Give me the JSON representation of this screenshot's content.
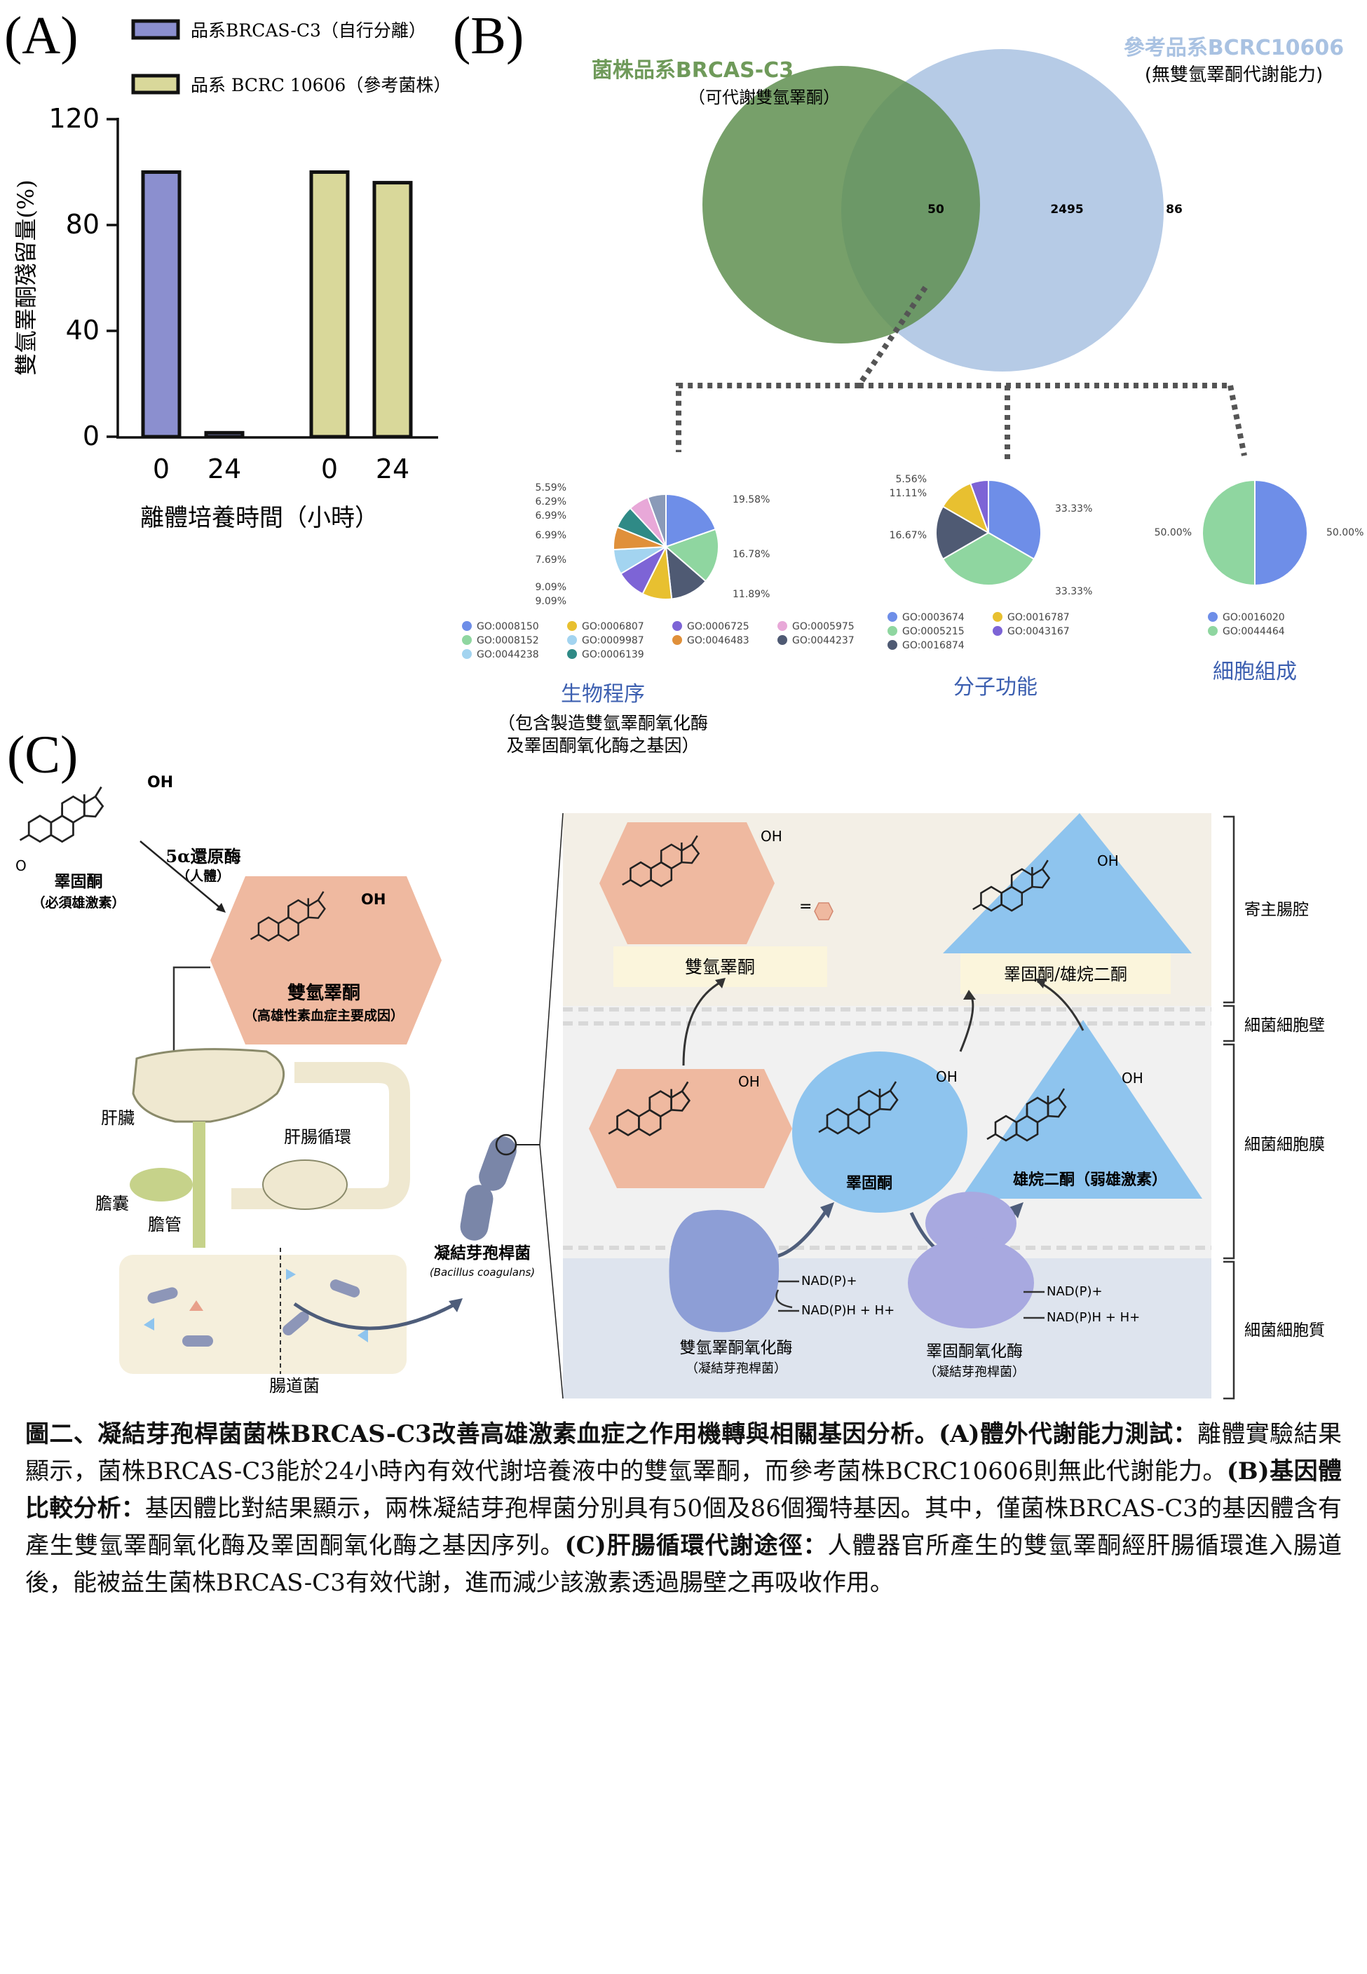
{
  "panels": {
    "a": "(A)",
    "b": "(B)",
    "c": "(C)"
  },
  "chart_data": {
    "type": "bar",
    "categories": [
      "0",
      "24",
      "0",
      "24"
    ],
    "series": [
      {
        "name": "品系BRCAS-C3（自行分離）",
        "color": "#8b8fcf",
        "values": [
          100,
          1.5,
          null,
          null
        ]
      },
      {
        "name": "品系 BCRC 10606（參考菌株）",
        "color": "#d9d89a",
        "values": [
          null,
          null,
          100,
          96
        ]
      }
    ],
    "xlabel": "離體培養時間（小時）",
    "ylabel": "雙氫睪酮殘留量(%)",
    "ylim": [
      0,
      120
    ],
    "yticks": [
      "0",
      "40",
      "80",
      "120"
    ]
  },
  "venn": {
    "left_title": "菌株品系BRCAS-C3",
    "left_sub": "（可代謝雙氫睪酮）",
    "right_title": "參考品系BCRC10606",
    "right_sub": "(無雙氫睪酮代謝能力)",
    "left_only": "50",
    "shared": "2495",
    "right_only": "86",
    "left_color": "#5f8f50",
    "right_color": "#a9c2e2"
  },
  "pies": {
    "bp": {
      "title": "生物程序",
      "sub1": "（包含製造雙氫睪酮氧化酶",
      "sub2": "及睪固酮氧化酶之基因）",
      "values": [
        19.58,
        16.78,
        11.89,
        9.09,
        9.09,
        7.69,
        6.99,
        6.99,
        6.29,
        5.59
      ],
      "labels": [
        "19.58%",
        "16.78%",
        "11.89%",
        "9.09%",
        "9.09%",
        "7.69%",
        "6.99%",
        "6.99%",
        "6.29%",
        "5.59%"
      ],
      "colors": [
        "#6e8ee8",
        "#8fd6a0",
        "#4f5a73",
        "#e8c030",
        "#7d64d6",
        "#a3d4f0",
        "#e0903a",
        "#2f8a86",
        "#e8a8d8",
        "#8a9ab8"
      ],
      "legend": [
        "GO:0008150",
        "GO:0006807",
        "GO:0006725",
        "GO:0005975",
        "GO:0008152",
        "GO:0009987",
        "GO:0046483",
        "GO:0044237",
        "GO:0044238",
        "GO:0006139"
      ],
      "legend_colors": [
        "#6e8ee8",
        "#e8c030",
        "#7d64d6",
        "#e8a8d8",
        "#8fd6a0",
        "#a3d4f0",
        "#e0903a",
        "#4f5a73",
        "#a3d4f0",
        "#2f8a86"
      ]
    },
    "mf": {
      "title": "分子功能",
      "values": [
        33.33,
        33.33,
        16.67,
        11.11,
        5.56
      ],
      "labels": [
        "33.33%",
        "33.33%",
        "16.67%",
        "11.11%",
        "5.56%"
      ],
      "colors": [
        "#6e8ee8",
        "#8fd6a0",
        "#4f5a73",
        "#e8c030",
        "#7d64d6"
      ],
      "legend": [
        "GO:0003674",
        "GO:0016787",
        "GO:0005215",
        "GO:0043167",
        "GO:0016874"
      ],
      "legend_colors": [
        "#6e8ee8",
        "#e8c030",
        "#8fd6a0",
        "#7d64d6",
        "#4f5a73"
      ]
    },
    "cc": {
      "title": "細胞組成",
      "values": [
        50,
        50
      ],
      "labels": [
        "50.00%",
        "50.00%"
      ],
      "colors": [
        "#6e8ee8",
        "#8fd6a0"
      ],
      "legend": [
        "GO:0016020",
        "GO:0044464"
      ],
      "legend_colors": [
        "#6e8ee8",
        "#8fd6a0"
      ]
    }
  },
  "pathway": {
    "testosterone": "睪固酮",
    "testosterone_sub": "（必須雄激素）",
    "reductase": "5α還原酶",
    "reductase_sub": "（人體）",
    "dht": "雙氫睪酮",
    "dht_sub": "（高雄性素血症主要成因）",
    "liver": "肝臟",
    "circulation": "肝腸循環",
    "gallbladder": "膽囊",
    "bile_duct": "膽管",
    "gut_bacteria": "腸道菌",
    "bacillus": "凝結芽孢桿菌",
    "bacillus_latin": "(Bacillus coagulans)",
    "oh": "OH",
    "o": "O",
    "equals": "="
  },
  "mechanism": {
    "dht_label": "雙氫睪酮",
    "testo_andro": "睪固酮/雄烷二酮",
    "testosterone": "睪固酮",
    "androstenedione": "雄烷二酮（弱雄激素）",
    "enzyme1": "雙氫睪酮氧化酶",
    "enzyme1_sub": "（凝結芽孢桿菌）",
    "enzyme2": "睪固酮氧化酶",
    "enzyme2_sub": "（凝結芽孢桿菌）",
    "nadp": "NAD(P)+",
    "nadph": "NAD(P)H + H+",
    "layers": [
      "寄主腸腔",
      "細菌細胞壁",
      "細菌細胞膜",
      "細菌細胞質"
    ]
  },
  "caption": {
    "lead": "圖二、凝結芽孢桿菌菌株BRCAS-C3改善高雄激素血症之作用機轉與相關基因分析。",
    "a_head": "(A)體外代謝能力測試：",
    "a_text": "離體實驗結果顯示，菌株BRCAS-C3能於24小時內有效代謝培養液中的雙氫睪酮，而參考菌株BCRC10606則無此代謝能力。",
    "b_head": "(B)基因體比較分析：",
    "b_text": "基因體比對結果顯示，兩株凝結芽孢桿菌分別具有50個及86個獨特基因。其中，僅菌株BRCAS-C3的基因體含有產生雙氫睪酮氧化酶及睪固酮氧化酶之基因序列。",
    "c_head": "(C)肝腸循環代謝途徑：",
    "c_text": "人體器官所產生的雙氫睪酮經肝腸循環進入腸道後，能被益生菌株BRCAS-C3有效代謝，進而減少該激素透過腸壁之再吸收作用。"
  }
}
